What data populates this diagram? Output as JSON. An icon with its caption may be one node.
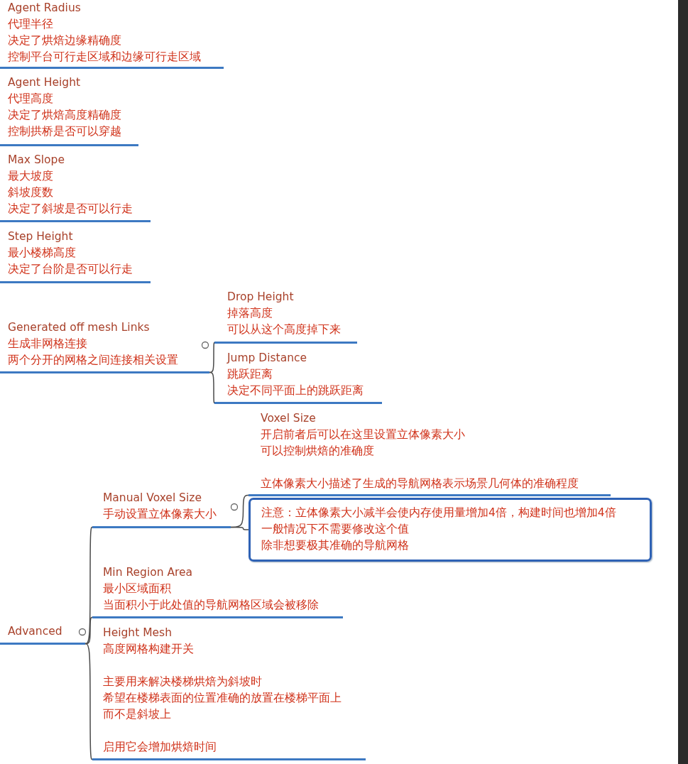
{
  "diagram": {
    "nodes": [
      {
        "text": [
          "Agent Radius",
          "代理半径",
          "决定了烘焙边缘精确度",
          "控制平台可行走区域和边缘可行走区域"
        ]
      },
      {
        "text": [
          "Agent Height",
          "代理高度",
          "决定了烘焙高度精确度",
          "控制拱桥是否可以穿越"
        ]
      },
      {
        "text": [
          "Max Slope",
          "最大坡度",
          "斜坡度数",
          "决定了斜坡是否可以行走"
        ]
      },
      {
        "text": [
          "Step Height",
          "最小楼梯高度",
          "决定了台阶是否可以行走"
        ]
      },
      {
        "text": [
          "Generated off mesh Links",
          "生成非网格连接",
          "两个分开的网格之间连接相关设置"
        ]
      },
      {
        "text": [
          "Drop Height",
          "掉落高度",
          "可以从这个高度掉下来"
        ]
      },
      {
        "text": [
          "Jump Distance",
          "跳跃距离",
          "决定不同平面上的跳跃距离"
        ]
      },
      {
        "text": [
          "Advanced"
        ]
      },
      {
        "text": [
          "Manual Voxel Size",
          "手动设置立体像素大小"
        ]
      },
      {
        "text": [
          "Voxel Size",
          "开启前者后可以在这里设置立体像素大小",
          "可以控制烘焙的准确度",
          "立体像素大小描述了生成的导航网格表示场景几何体的准确程度"
        ]
      },
      {
        "text": [
          "注意：立体像素大小减半会使内存使用量增加4倍，构建时间也增加4倍",
          "一般情况下不需要修改这个值",
          "除非想要极其准确的导航网格"
        ]
      },
      {
        "text": [
          "Min Region Area",
          "最小区域面积",
          "当面积小于此处值的导航网格区域会被移除"
        ]
      },
      {
        "text": [
          "Height Mesh",
          "高度网格构建开关",
          "主要用来解决楼梯烘焙为斜坡时",
          "希望在楼梯表面的位置准确的放置在楼梯平面上",
          "而不是斜坡上",
          "启用它会增加烘焙时间"
        ]
      }
    ],
    "edges": [
      {
        "from": 4,
        "to": 5,
        "arrow": "none"
      },
      {
        "from": 4,
        "to": 6,
        "arrow": "none"
      },
      {
        "from": 7,
        "to": 8,
        "arrow": "none"
      },
      {
        "from": 7,
        "to": 11,
        "arrow": "none"
      },
      {
        "from": 7,
        "to": 12,
        "arrow": "none"
      },
      {
        "from": 8,
        "to": 9,
        "arrow": "none"
      },
      {
        "from": 8,
        "to": 10,
        "arrow": "none"
      }
    ]
  }
}
